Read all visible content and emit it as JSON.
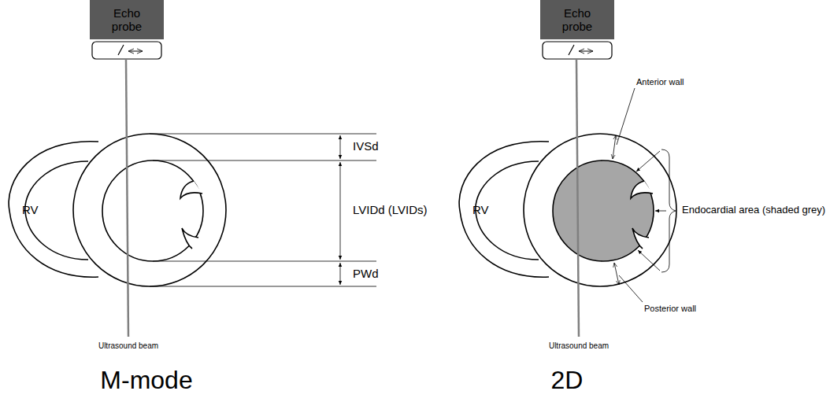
{
  "diagram": {
    "nodes": [
      {
        "text": [
          "Echo probe"
        ]
      },
      {
        "text": [
          "Echo probe"
        ]
      }
    ],
    "labels": [
      "RV",
      "IVSd",
      "LVIDd (LVIDs)",
      "PWd",
      "Ultrasound beam",
      "M-mode",
      "RV",
      "Anterior wall",
      "Endocardial area (shaded grey)",
      "Posterior wall",
      "Ultrasound beam",
      "2D"
    ]
  }
}
